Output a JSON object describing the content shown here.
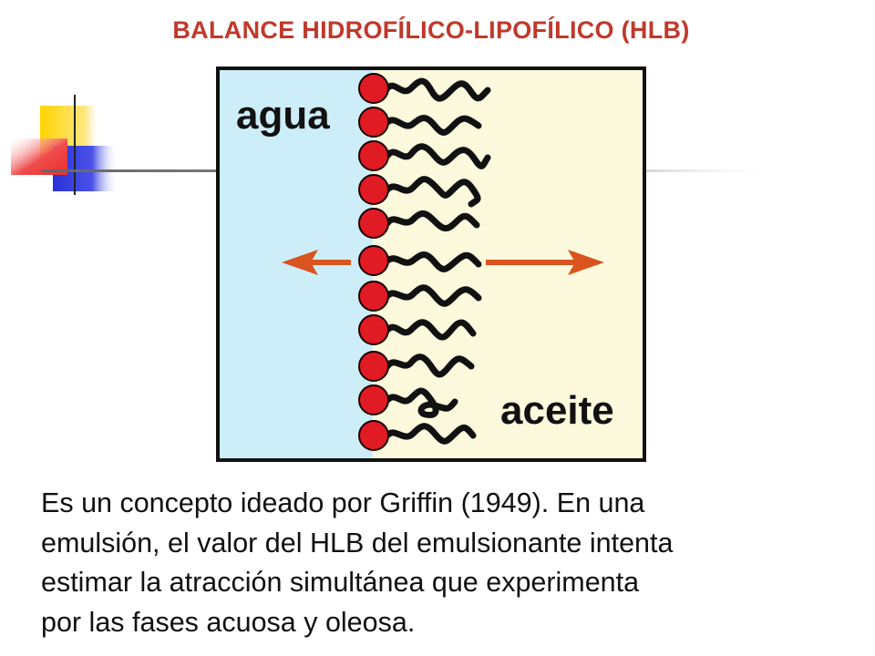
{
  "slide": {
    "title": "BALANCE HIDROFÍLICO-LIPOFÍLICO (HLB)",
    "body": "Es un concepto ideado por Griffin (1949). En una\nemulsión, el valor del HLB del emulsionante intenta\nestimar la atracción simultánea que experimenta\npor las fases acuosa y oleosa."
  },
  "diagram": {
    "water_label": "agua",
    "oil_label": "aceite",
    "molecule_count": 11
  },
  "colors": {
    "title": "#c0392b",
    "water_phase": "#cdeef8",
    "oil_phase": "#fcf9dc",
    "head": "#e01b24",
    "arrow": "#d9541e",
    "frame": "#111111",
    "deco_yellow": "#ffd400",
    "deco_red": "#f04b4b",
    "deco_blue": "#2a32d8"
  }
}
